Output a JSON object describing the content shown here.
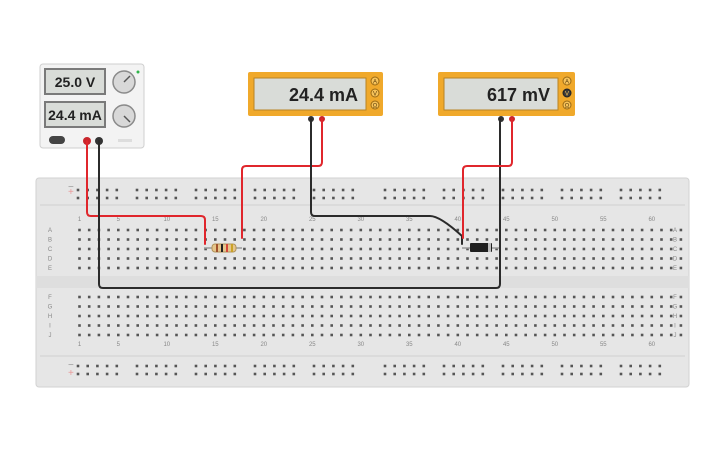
{
  "power_supply": {
    "voltage_display": "25.0 V",
    "current_display": "24.4 mA"
  },
  "ammeter": {
    "reading": "24.4 mA",
    "mode_buttons": [
      "A",
      "V",
      "Ω"
    ]
  },
  "voltmeter": {
    "reading": "617 mV",
    "mode_buttons": [
      "A",
      "V",
      "Ω"
    ]
  },
  "breadboard": {
    "column_labels": [
      "1",
      "5",
      "10",
      "15",
      "20",
      "25",
      "30",
      "35",
      "40",
      "45",
      "50",
      "55",
      "60"
    ],
    "row_labels_top": [
      "A",
      "B",
      "C",
      "D",
      "E"
    ],
    "row_labels_bottom": [
      "F",
      "G",
      "H",
      "I",
      "J"
    ],
    "rail_plus": "+",
    "rail_minus": "−"
  },
  "colors": {
    "meter_frame": "#f0a92b",
    "screen": "#d9dcd8",
    "wire_red": "#e0262c",
    "wire_black": "#2b2b2b",
    "breadboard": "#e6e6e6",
    "hole": "#555555"
  }
}
